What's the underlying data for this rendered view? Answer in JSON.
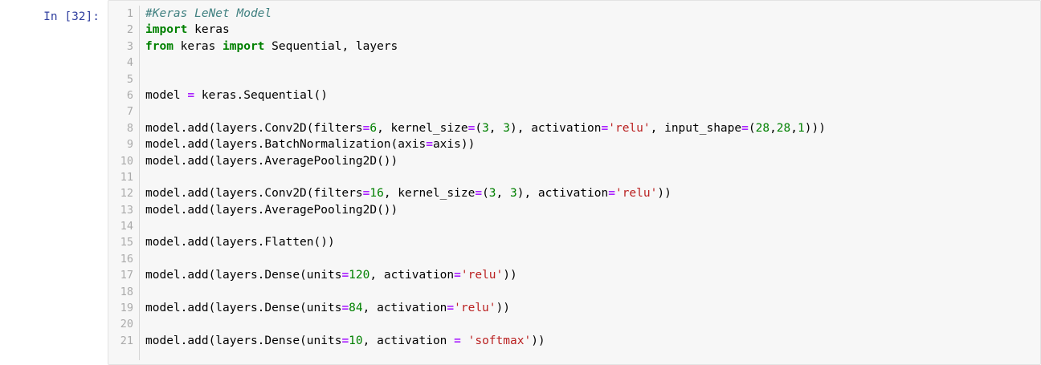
{
  "cell": {
    "prompt": "In [32]:",
    "execution_count": 32,
    "language": "python",
    "total_lines": 21,
    "line_numbers": [
      1,
      2,
      3,
      4,
      5,
      6,
      7,
      8,
      9,
      10,
      11,
      12,
      13,
      14,
      15,
      16,
      17,
      18,
      19,
      20,
      21
    ],
    "source_plain": "#Keras LeNet Model\nimport keras\nfrom keras import Sequential, layers\n\n\nmodel = keras.Sequential()\n\nmodel.add(layers.Conv2D(filters=6, kernel_size=(3, 3), activation='relu', input_shape=(28,28,1)))\nmodel.add(layers.BatchNormalization(axis=axis))\nmodel.add(layers.AveragePooling2D())\n\nmodel.add(layers.Conv2D(filters=16, kernel_size=(3, 3), activation='relu'))\nmodel.add(layers.AveragePooling2D())\n\nmodel.add(layers.Flatten())\n\nmodel.add(layers.Dense(units=120, activation='relu'))\n\nmodel.add(layers.Dense(units=84, activation='relu'))\n\nmodel.add(layers.Dense(units=10, activation = 'softmax'))",
    "lines": [
      {
        "n": 1,
        "tokens": [
          {
            "t": "#Keras LeNet Model",
            "c": "comment"
          }
        ]
      },
      {
        "n": 2,
        "tokens": [
          {
            "t": "import",
            "c": "keyword"
          },
          {
            "t": " keras",
            "c": "plain"
          }
        ]
      },
      {
        "n": 3,
        "tokens": [
          {
            "t": "from",
            "c": "keyword"
          },
          {
            "t": " keras ",
            "c": "plain"
          },
          {
            "t": "import",
            "c": "keyword"
          },
          {
            "t": " Sequential, layers",
            "c": "plain"
          }
        ]
      },
      {
        "n": 4,
        "tokens": []
      },
      {
        "n": 5,
        "tokens": []
      },
      {
        "n": 6,
        "tokens": [
          {
            "t": "model ",
            "c": "plain"
          },
          {
            "t": "=",
            "c": "operator"
          },
          {
            "t": " keras.Sequential()",
            "c": "plain"
          }
        ]
      },
      {
        "n": 7,
        "tokens": []
      },
      {
        "n": 8,
        "tokens": [
          {
            "t": "model.add(layers.Conv2D(filters",
            "c": "plain"
          },
          {
            "t": "=",
            "c": "operator"
          },
          {
            "t": "6",
            "c": "number"
          },
          {
            "t": ", kernel_size",
            "c": "plain"
          },
          {
            "t": "=",
            "c": "operator"
          },
          {
            "t": "(",
            "c": "plain"
          },
          {
            "t": "3",
            "c": "number"
          },
          {
            "t": ", ",
            "c": "plain"
          },
          {
            "t": "3",
            "c": "number"
          },
          {
            "t": "), activation",
            "c": "plain"
          },
          {
            "t": "=",
            "c": "operator"
          },
          {
            "t": "'relu'",
            "c": "string"
          },
          {
            "t": ", input_shape",
            "c": "plain"
          },
          {
            "t": "=",
            "c": "operator"
          },
          {
            "t": "(",
            "c": "plain"
          },
          {
            "t": "28",
            "c": "number"
          },
          {
            "t": ",",
            "c": "plain"
          },
          {
            "t": "28",
            "c": "number"
          },
          {
            "t": ",",
            "c": "plain"
          },
          {
            "t": "1",
            "c": "number"
          },
          {
            "t": ")))",
            "c": "plain"
          }
        ]
      },
      {
        "n": 9,
        "tokens": [
          {
            "t": "model.add(layers.BatchNormalization(axis",
            "c": "plain"
          },
          {
            "t": "=",
            "c": "operator"
          },
          {
            "t": "axis))",
            "c": "plain"
          }
        ]
      },
      {
        "n": 10,
        "tokens": [
          {
            "t": "model.add(layers.AveragePooling2D())",
            "c": "plain"
          }
        ]
      },
      {
        "n": 11,
        "tokens": []
      },
      {
        "n": 12,
        "tokens": [
          {
            "t": "model.add(layers.Conv2D(filters",
            "c": "plain"
          },
          {
            "t": "=",
            "c": "operator"
          },
          {
            "t": "16",
            "c": "number"
          },
          {
            "t": ", kernel_size",
            "c": "plain"
          },
          {
            "t": "=",
            "c": "operator"
          },
          {
            "t": "(",
            "c": "plain"
          },
          {
            "t": "3",
            "c": "number"
          },
          {
            "t": ", ",
            "c": "plain"
          },
          {
            "t": "3",
            "c": "number"
          },
          {
            "t": "), activation",
            "c": "plain"
          },
          {
            "t": "=",
            "c": "operator"
          },
          {
            "t": "'relu'",
            "c": "string"
          },
          {
            "t": "))",
            "c": "plain"
          }
        ]
      },
      {
        "n": 13,
        "tokens": [
          {
            "t": "model.add(layers.AveragePooling2D())",
            "c": "plain"
          }
        ]
      },
      {
        "n": 14,
        "tokens": []
      },
      {
        "n": 15,
        "tokens": [
          {
            "t": "model.add(layers.Flatten())",
            "c": "plain"
          }
        ]
      },
      {
        "n": 16,
        "tokens": []
      },
      {
        "n": 17,
        "tokens": [
          {
            "t": "model.add(layers.Dense(units",
            "c": "plain"
          },
          {
            "t": "=",
            "c": "operator"
          },
          {
            "t": "120",
            "c": "number"
          },
          {
            "t": ", activation",
            "c": "plain"
          },
          {
            "t": "=",
            "c": "operator"
          },
          {
            "t": "'relu'",
            "c": "string"
          },
          {
            "t": "))",
            "c": "plain"
          }
        ]
      },
      {
        "n": 18,
        "tokens": []
      },
      {
        "n": 19,
        "tokens": [
          {
            "t": "model.add(layers.Dense(units",
            "c": "plain"
          },
          {
            "t": "=",
            "c": "operator"
          },
          {
            "t": "84",
            "c": "number"
          },
          {
            "t": ", activation",
            "c": "plain"
          },
          {
            "t": "=",
            "c": "operator"
          },
          {
            "t": "'relu'",
            "c": "string"
          },
          {
            "t": "))",
            "c": "plain"
          }
        ]
      },
      {
        "n": 20,
        "tokens": []
      },
      {
        "n": 21,
        "tokens": [
          {
            "t": "model.add(layers.Dense(units",
            "c": "plain"
          },
          {
            "t": "=",
            "c": "operator"
          },
          {
            "t": "10",
            "c": "number"
          },
          {
            "t": ", activation ",
            "c": "plain"
          },
          {
            "t": "=",
            "c": "operator"
          },
          {
            "t": " ",
            "c": "plain"
          },
          {
            "t": "'softmax'",
            "c": "string"
          },
          {
            "t": "))",
            "c": "plain"
          }
        ]
      }
    ]
  },
  "theme": {
    "page_background": "#ffffff",
    "cell_background": "#f7f7f7",
    "cell_border": "#e3e3e3",
    "gutter_text": "#aaaaaa",
    "gutter_divider": "#d6d6d6",
    "prompt_text": "#303F9F",
    "token_comment": "#408080",
    "token_keyword": "#008000",
    "token_number": "#008000",
    "token_string": "#BA2121",
    "token_operator": "#AA22FF",
    "token_plain": "#000000"
  }
}
